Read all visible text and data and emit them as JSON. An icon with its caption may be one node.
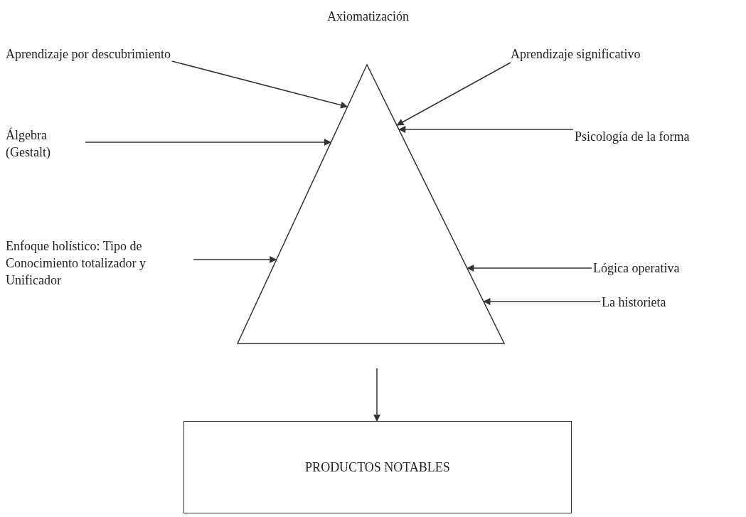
{
  "diagram": {
    "nodes": [
      {
        "text": [
          "Aprendizaje por descubrimiento"
        ]
      },
      {
        "text": [
          "Aprendizaje significativo"
        ]
      },
      {
        "text": [
          "Álgebra (Gestalt)"
        ]
      },
      {
        "text": [
          "Psicología de la forma"
        ]
      },
      {
        "text": [
          "Enfoque holístico: Tipo de Conocimiento totalizador y Unificador"
        ]
      },
      {
        "text": [
          "Lógica operativa"
        ]
      },
      {
        "text": [
          "La historieta"
        ]
      },
      {
        "text": [],
        "shape": "triangle"
      },
      {
        "text": [
          "PRODUCTOS NOTABLES"
        ]
      }
    ],
    "edges": [
      {
        "from": 0,
        "to": 7,
        "arrow": "to"
      },
      {
        "from": 1,
        "to": 7,
        "arrow": "to"
      },
      {
        "from": 2,
        "to": 7,
        "arrow": "to"
      },
      {
        "from": 3,
        "to": 7,
        "arrow": "to"
      },
      {
        "from": 4,
        "to": 7,
        "arrow": "to"
      },
      {
        "from": 5,
        "to": 7,
        "arrow": "to"
      },
      {
        "from": 6,
        "to": 7,
        "arrow": "to"
      },
      {
        "from": 7,
        "to": 8,
        "arrow": "to"
      }
    ],
    "labels": [
      "Axiomatización"
    ]
  }
}
